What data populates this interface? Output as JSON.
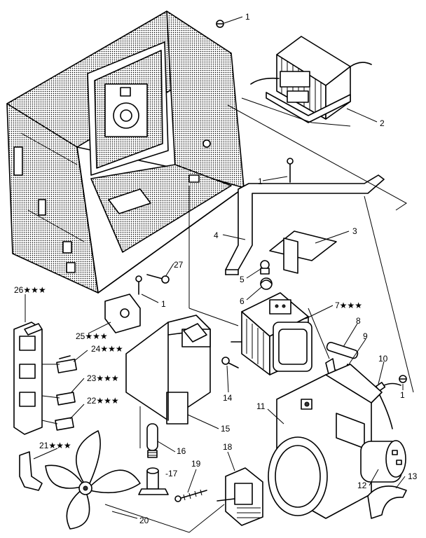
{
  "labels": {
    "l1a": "1",
    "l1b": "1",
    "l1c": "1",
    "l1d": "1",
    "l2": "2",
    "l3": "3",
    "l4": "4",
    "l5": "5",
    "l6": "6",
    "l7": "7★★★",
    "l8": "8",
    "l9": "9",
    "l10": "10",
    "l11": "11",
    "l12": "12",
    "l13": "13",
    "l14": "14",
    "l15": "15",
    "l16": "16",
    "l17": "-17",
    "l18": "18",
    "l19": "19",
    "l20": "20",
    "l21": "21★★★",
    "l22": "22★★★",
    "l23": "23★★★",
    "l24": "24★★★",
    "l25": "25★★★",
    "l26": "26★★★",
    "l27": "27"
  }
}
